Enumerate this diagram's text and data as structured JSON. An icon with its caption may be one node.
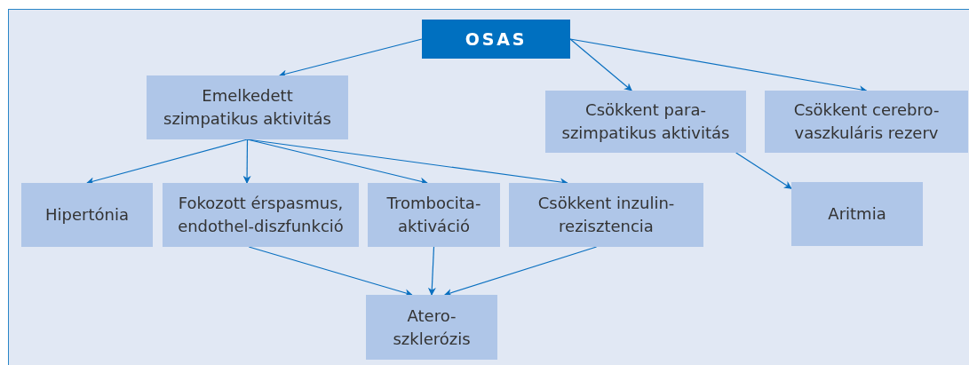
{
  "diagram": {
    "nodes": [
      {
        "text": [
          "OSAS"
        ]
      },
      {
        "text": [
          "Emelkedett szimpatikus aktivitás"
        ]
      },
      {
        "text": [
          "Csökkent para-szimpatikus aktivitás"
        ]
      },
      {
        "text": [
          "Csökkent cerebro-vaszkuláris rezerv"
        ]
      },
      {
        "text": [
          "Hipertónia"
        ]
      },
      {
        "text": [
          "Fokozott érspasmus, endothel-diszfunkció"
        ]
      },
      {
        "text": [
          "Trombocita-aktiváció"
        ]
      },
      {
        "text": [
          "Csökkent inzulin-rezisztencia"
        ]
      },
      {
        "text": [
          "Aritmia"
        ]
      },
      {
        "text": [
          "Atero-szklerózis"
        ]
      }
    ],
    "edges": [
      {
        "from": 0,
        "to": 1,
        "arrow": "to"
      },
      {
        "from": 0,
        "to": 2,
        "arrow": "to"
      },
      {
        "from": 0,
        "to": 3,
        "arrow": "to"
      },
      {
        "from": 1,
        "to": 4,
        "arrow": "to"
      },
      {
        "from": 1,
        "to": 5,
        "arrow": "to"
      },
      {
        "from": 1,
        "to": 6,
        "arrow": "to"
      },
      {
        "from": 1,
        "to": 7,
        "arrow": "to"
      },
      {
        "from": 2,
        "to": 8,
        "arrow": "to"
      },
      {
        "from": 5,
        "to": 9,
        "arrow": "to"
      },
      {
        "from": 6,
        "to": 9,
        "arrow": "to"
      },
      {
        "from": 7,
        "to": 9,
        "arrow": "to"
      }
    ]
  }
}
